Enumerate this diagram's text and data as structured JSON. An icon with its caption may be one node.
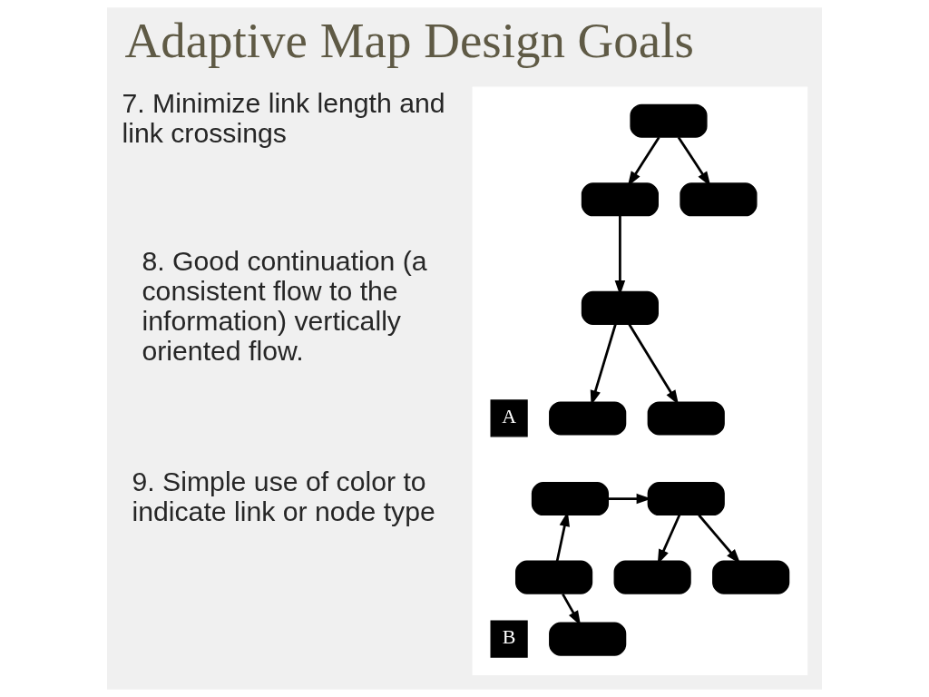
{
  "diagram": {
    "title": "Adaptive Map Design Goals",
    "nodes": [
      {
        "text": [],
        "shape": "box"
      },
      {
        "text": [],
        "shape": "box",
        "in": 0
      },
      {
        "text": [],
        "shape": "box",
        "in": 0
      },
      {
        "text": [],
        "shape": "box",
        "in": 0
      },
      {
        "text": [],
        "shape": "box",
        "in": 0
      },
      {
        "text": [],
        "shape": "box",
        "in": 0
      },
      {
        "text": [],
        "shape": "box",
        "in": 0
      },
      {
        "text": [
          "A"
        ],
        "in": 0
      },
      {
        "text": [],
        "shape": "box",
        "in": 0
      },
      {
        "text": [],
        "shape": "box",
        "in": 0
      },
      {
        "text": [],
        "shape": "box",
        "in": 0
      },
      {
        "text": [],
        "shape": "box",
        "in": 0
      },
      {
        "text": [],
        "shape": "box",
        "in": 0
      },
      {
        "text": [],
        "shape": "box",
        "in": 0
      },
      {
        "text": [
          "B"
        ],
        "in": 0
      }
    ],
    "edges": [
      {
        "from": 1,
        "to": 2,
        "arrow": "to"
      },
      {
        "from": 1,
        "to": 3,
        "arrow": "to"
      },
      {
        "from": 2,
        "to": 4,
        "arrow": "to"
      },
      {
        "from": 4,
        "to": 5,
        "arrow": "to"
      },
      {
        "from": 4,
        "to": 6,
        "arrow": "to"
      },
      {
        "from": 8,
        "to": 11,
        "arrow": "to"
      },
      {
        "from": 9,
        "to": 8,
        "arrow": "to"
      },
      {
        "from": 9,
        "to": 10,
        "arrow": "to"
      },
      {
        "from": 11,
        "to": 12,
        "arrow": "to"
      },
      {
        "from": 11,
        "to": 13,
        "arrow": "to"
      }
    ],
    "labels": [
      "7. Minimize link length and link crossings",
      "8. Good continuation (a consistent flow to the information) vertically oriented flow.",
      "9. Simple use of color to indicate link or node type"
    ]
  }
}
